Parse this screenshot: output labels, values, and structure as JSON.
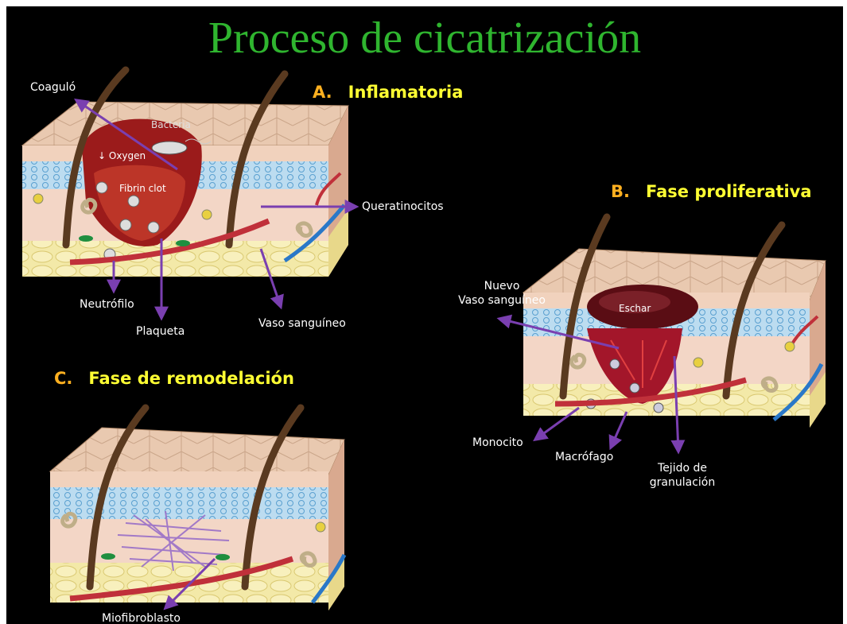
{
  "title": "Proceso de cicatrización",
  "phases": {
    "a": {
      "letter": "A.",
      "name": "Inflamatoria"
    },
    "b": {
      "letter": "B.",
      "name": "Fase proliferativa"
    },
    "c": {
      "letter": "C.",
      "name": "Fase de remodelación"
    }
  },
  "labels": {
    "coagulo": "Coaguló",
    "queratinocitos": "Queratinocitos",
    "neutrofilo": "Neutrófilo",
    "plaqueta": "Plaqueta",
    "vaso_sanguineo": "Vaso sanguíneo",
    "nuevo_vaso_line1": "Nuevo",
    "nuevo_vaso_line2": "Vaso sanguíneo",
    "monocito": "Monocito",
    "macrofago": "Macrófago",
    "tejido_line1": "Tejido de",
    "tejido_line2": "granulación",
    "miofibroblasto": "Miofibroblasto"
  },
  "inner_labels": {
    "bacteria": "Bacteria",
    "oxygen": "Oxygen",
    "fibrin_clot": "Fibrin clot",
    "eschar": "Eschar"
  },
  "colors": {
    "background": "#000000",
    "title": "#2fb52f",
    "phase_letter": "#ffb020",
    "phase_name": "#ffff33",
    "arrow": "#7a3fb0",
    "label": "#ffffff"
  }
}
